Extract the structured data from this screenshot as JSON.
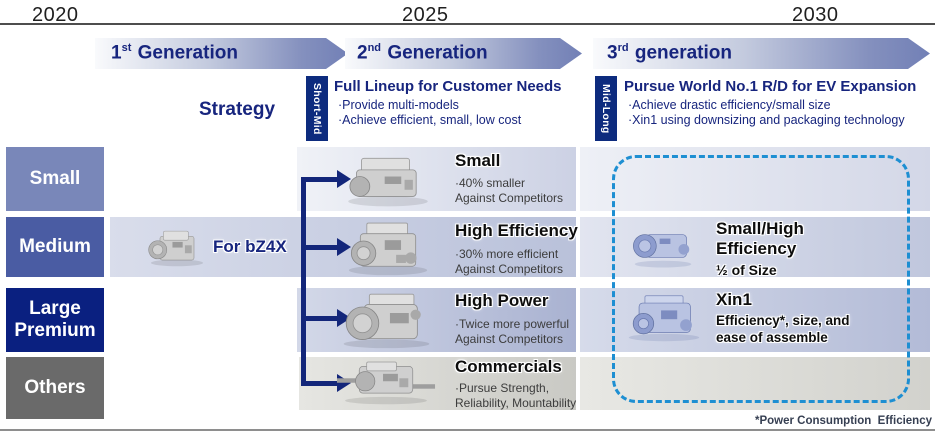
{
  "timeline": {
    "years": [
      "2020",
      "2025",
      "2030"
    ]
  },
  "generations": [
    {
      "num": "1",
      "sup": "st",
      "rest": "Generation"
    },
    {
      "num": "2",
      "sup": "nd",
      "rest": "Generation"
    },
    {
      "num": "3",
      "sup": "rd",
      "rest": "generation"
    }
  ],
  "strategy": {
    "label": "Strategy",
    "phases": [
      {
        "tab": "Short-Mid",
        "title": "Full Lineup for Customer Needs",
        "bullets": [
          "·Provide multi-models",
          "·Achieve efficient, small, low cost"
        ]
      },
      {
        "tab": "Mid-Long",
        "title": "Pursue World No.1 R/D for EV Expansion",
        "bullets": [
          "·Achieve drastic efficiency/small size",
          "·Xin1 using downsizing and packaging technology"
        ]
      }
    ]
  },
  "categories": [
    {
      "label": "Small"
    },
    {
      "label": "Medium"
    },
    {
      "label": "Large\nPremium"
    },
    {
      "label": "Others"
    }
  ],
  "gen1_item": {
    "label": "For bZ4X"
  },
  "gen2_items": [
    {
      "title": "Small",
      "desc": "·40% smaller\nAgainst Competitors"
    },
    {
      "title": "High Efficiency",
      "desc": "·30% more efficient\nAgainst Competitors"
    },
    {
      "title": "High Power",
      "desc": "·Twice more powerful\nAgainst Competitors"
    },
    {
      "title": "Commercials",
      "desc": "·Pursue Strength,\nReliability, Mountability"
    }
  ],
  "gen3_items": [
    {
      "title": "Small/High\nEfficiency",
      "subtitle": "½ of Size"
    },
    {
      "title": "Xin1",
      "subtitle": "Efficiency*, size, and\nease of assemble"
    }
  ],
  "footnote": "*Power Consumption  Efficiency",
  "colors": {
    "navy_text": "#17257E",
    "tab_bg": "#0D2B7E",
    "cat_small": "#7987B9",
    "cat_medium": "#4A5CA3",
    "cat_large_premium": "#0A2080",
    "cat_others": "#6A6A6A",
    "branch_arrow": "#13267A",
    "dashed_border": "#1E8FD2"
  }
}
